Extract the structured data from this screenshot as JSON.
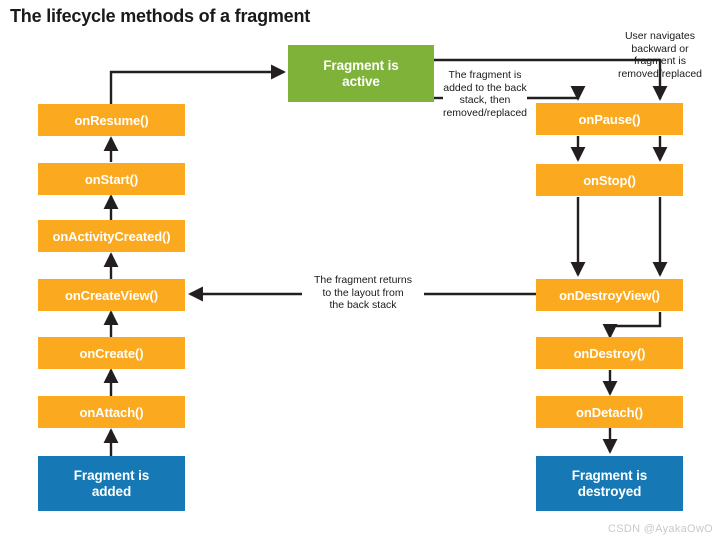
{
  "title": "The lifecycle methods of a fragment",
  "watermark": "CSDN @AyakaOwO",
  "colors": {
    "orange": "#FBA91E",
    "blue": "#1679B6",
    "green": "#7FB239",
    "arrow": "#231f20",
    "text_on_node": "#ffffff",
    "title": "#1a1a1a",
    "watermark": "#c9c9c9",
    "background": "#ffffff"
  },
  "nodes": {
    "fragment_active": "Fragment is\nactive",
    "fragment_active_line1": "Fragment is",
    "fragment_active_line2": "active",
    "on_resume": "onResume()",
    "on_start": "onStart()",
    "on_activity_created": "onActivityCreated()",
    "on_create_view": "onCreateView()",
    "on_create": "onCreate()",
    "on_attach": "onAttach()",
    "fragment_added_line1": "Fragment is",
    "fragment_added_line2": "added",
    "on_pause": "onPause()",
    "on_stop": "onStop()",
    "on_destroy_view": "onDestroyView()",
    "on_destroy": "onDestroy()",
    "on_detach": "onDetach()",
    "fragment_destroyed_line1": "Fragment is",
    "fragment_destroyed_line2": "destroyed"
  },
  "annotations": {
    "user_navigates": "User navigates\nbackward or\nfragment is\nremoved/replaced",
    "user_navigates_lines": [
      "User navigates",
      "backward or",
      "fragment is",
      "removed/replaced"
    ],
    "back_stack_lines": [
      "The fragment is",
      "added to the back",
      "stack, then",
      "removed/replaced"
    ],
    "returns_lines": [
      "The fragment returns",
      "to the layout from",
      "the back stack"
    ]
  }
}
